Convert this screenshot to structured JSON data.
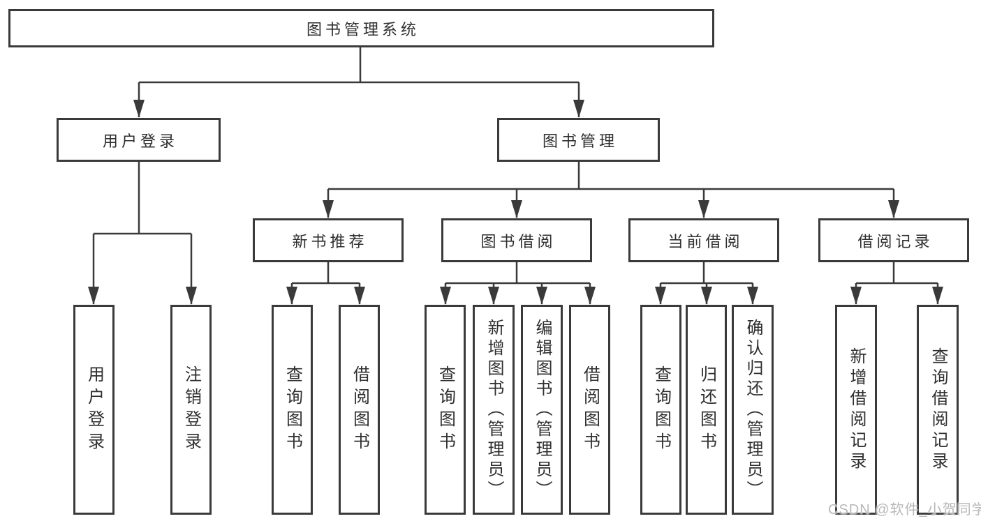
{
  "diagram": {
    "root_label": "图书管理系统",
    "level2": [
      {
        "label": "用户登录",
        "children": [
          "用户登录",
          "注销登录"
        ]
      },
      {
        "label": "图书管理"
      }
    ],
    "level3": [
      {
        "label": "新书推荐",
        "children": [
          "查询图书",
          "借阅图书"
        ]
      },
      {
        "label": "图书借阅",
        "children": [
          "查询图书",
          "新增图书（管理员）",
          "编辑图书（管理员）",
          "借阅图书"
        ]
      },
      {
        "label": "当前借阅",
        "children": [
          "查询图书",
          "归还图书",
          "确认归还（管理员）"
        ]
      },
      {
        "label": "借阅记录",
        "children": [
          "新增借阅记录",
          "查询借阅记录"
        ]
      }
    ]
  },
  "watermark": "CSDN @软件_小贺同学",
  "colors": {
    "line": "#3a3a3a",
    "text": "#2f2f2f",
    "watermark": "#b8b8b8",
    "background": "#ffffff"
  }
}
